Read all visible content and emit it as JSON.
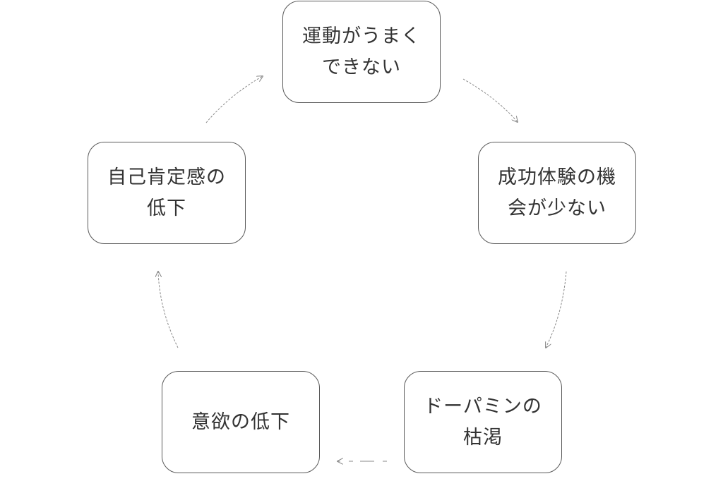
{
  "diagram": {
    "type": "cycle",
    "nodes": [
      {
        "id": "n1",
        "label": "運動がうまく\nできない"
      },
      {
        "id": "n2",
        "label": "成功体験の機\n会が少ない"
      },
      {
        "id": "n3",
        "label": "ドーパミンの\n枯渇"
      },
      {
        "id": "n4",
        "label": "意欲の低下"
      },
      {
        "id": "n5",
        "label": "自己肯定感の\n低下"
      }
    ],
    "edges": [
      {
        "from": "n1",
        "to": "n2"
      },
      {
        "from": "n2",
        "to": "n3"
      },
      {
        "from": "n3",
        "to": "n4"
      },
      {
        "from": "n4",
        "to": "n5"
      },
      {
        "from": "n5",
        "to": "n1"
      }
    ],
    "colors": {
      "border": "#595959",
      "arrow": "#8a8a8a",
      "text": "#333333"
    }
  }
}
